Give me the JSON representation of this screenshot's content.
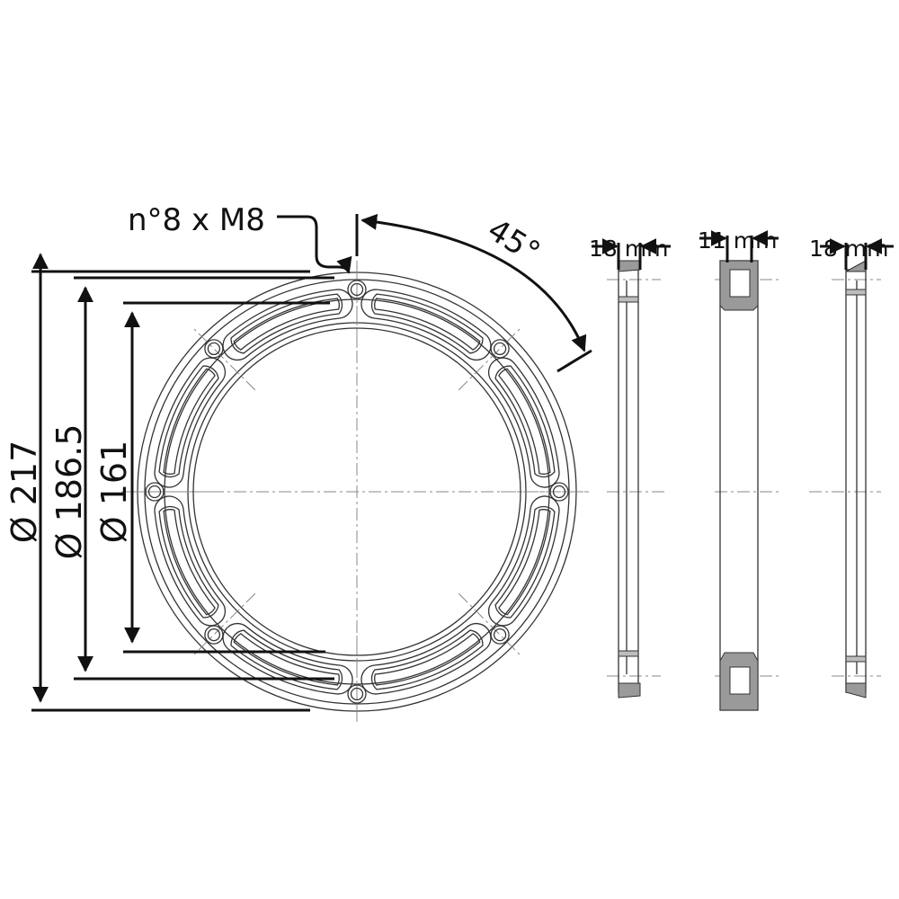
{
  "callout": {
    "holes_label": "n°8 x M8"
  },
  "angle": {
    "label": "45°"
  },
  "diameters": [
    {
      "label": "Ø 217"
    },
    {
      "label": "Ø 186.5"
    },
    {
      "label": "Ø 161"
    }
  ],
  "profiles": [
    {
      "label": "18 mm"
    },
    {
      "label": "11 mm"
    },
    {
      "label": "18 mm"
    }
  ],
  "colors": {
    "line": "#111111",
    "section_fill": "#9a9a9a",
    "axis": "#888888"
  }
}
